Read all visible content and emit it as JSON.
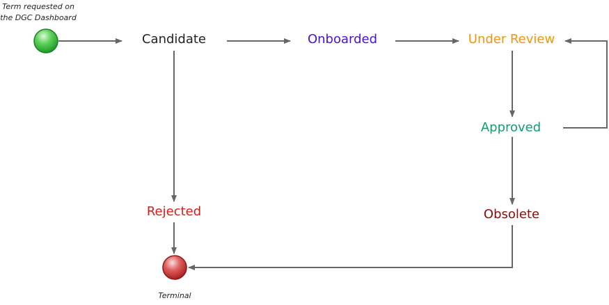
{
  "start_note": {
    "line1": "Term requested on",
    "line2": "the DGC Dashboard"
  },
  "states": {
    "candidate": {
      "label": "Candidate",
      "color": "#222222"
    },
    "onboarded": {
      "label": "Onboarded",
      "color": "#4a10d8"
    },
    "under_review": {
      "label": "Under Review",
      "color": "#f0960a"
    },
    "approved": {
      "label": "Approved",
      "color": "#129e6e"
    },
    "rejected": {
      "label": "Rejected",
      "color": "#e01818"
    },
    "obsolete": {
      "label": "Obsolete",
      "color": "#8a0c0c"
    }
  },
  "terminal_note": "Terminal",
  "colors": {
    "arrow": "#666666",
    "start_node": "#2fb83a",
    "terminal_node": "#c83030"
  },
  "transitions": [
    {
      "from": "start",
      "to": "candidate"
    },
    {
      "from": "candidate",
      "to": "onboarded"
    },
    {
      "from": "onboarded",
      "to": "under_review"
    },
    {
      "from": "under_review",
      "to": "approved"
    },
    {
      "from": "approved",
      "to": "under_review"
    },
    {
      "from": "candidate",
      "to": "rejected"
    },
    {
      "from": "approved",
      "to": "obsolete"
    },
    {
      "from": "rejected",
      "to": "terminal"
    },
    {
      "from": "obsolete",
      "to": "terminal"
    }
  ]
}
